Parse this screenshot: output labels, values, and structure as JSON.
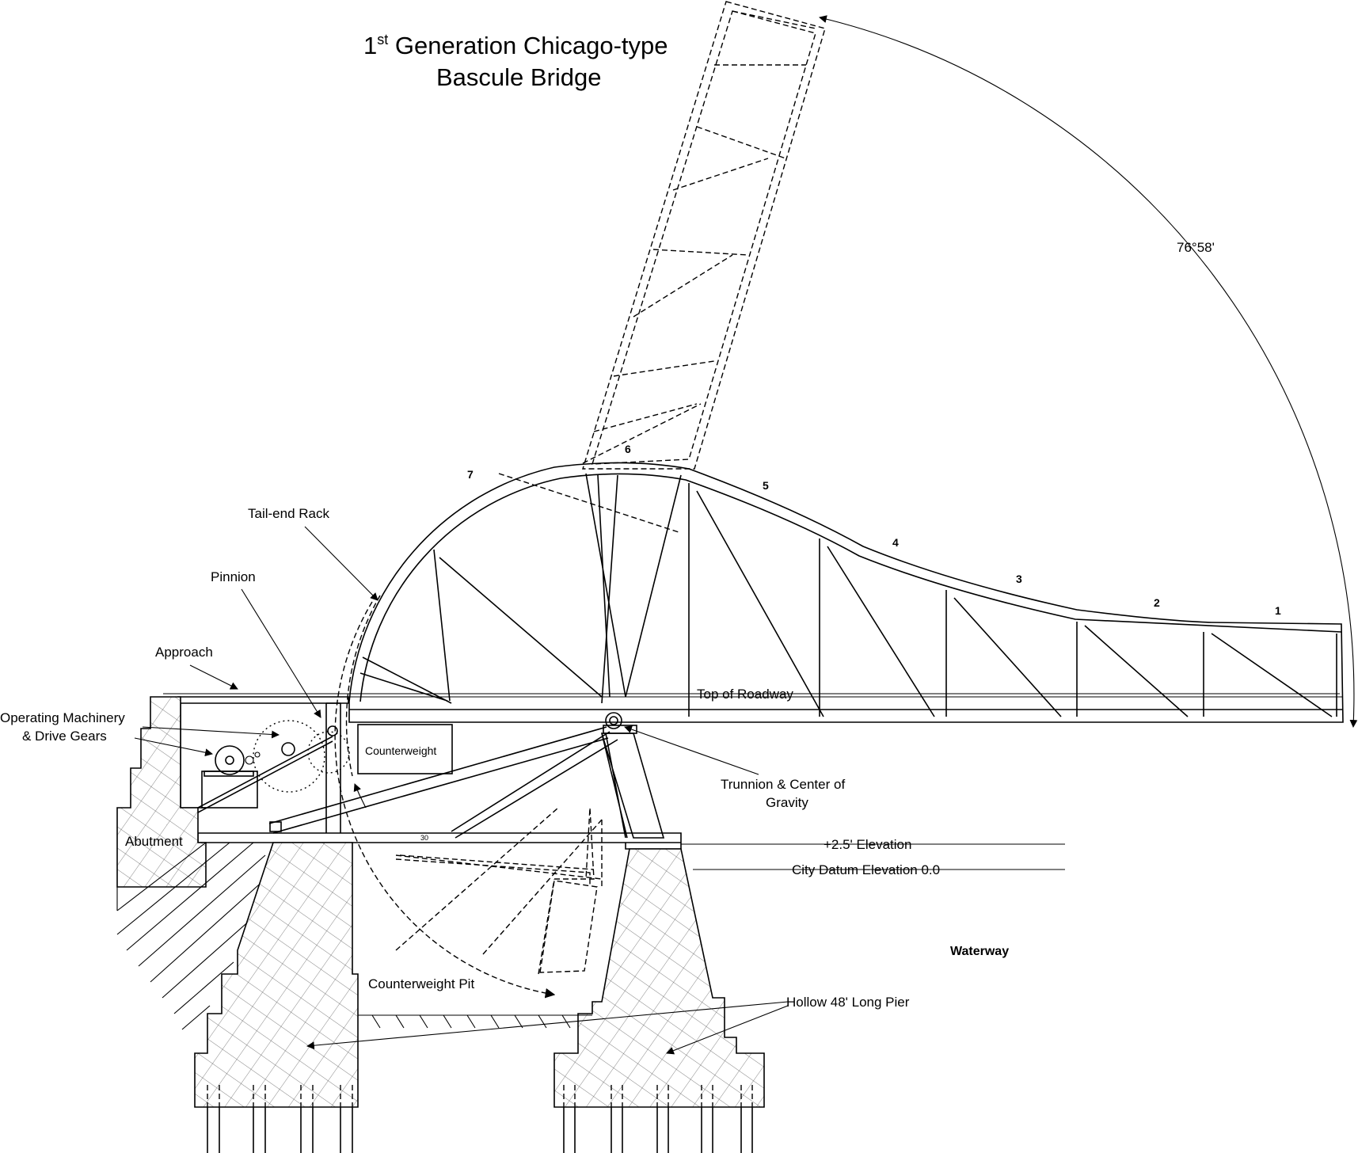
{
  "title": {
    "line1_main": "1",
    "line1_sup": "st",
    "line1_rest": " Generation Chicago-type",
    "line2": "Bascule Bridge"
  },
  "labels": {
    "angle": "76°58'",
    "tail_end_rack": "Tail-end Rack",
    "pinnion": "Pinnion",
    "approach": "Approach",
    "operating_machinery_1": "Operating Machinery",
    "operating_machinery_2": "& Drive Gears",
    "counterweight": "Counterweight",
    "abutment": "Abutment",
    "top_of_roadway": "Top of Roadway",
    "trunnion_1": "Trunnion & Center of",
    "trunnion_2": "Gravity",
    "elevation_25": "+2.5' Elevation",
    "city_datum": "City Datum Elevation 0.0",
    "waterway": "Waterway",
    "counterweight_pit": "Counterweight Pit",
    "hollow_pier": "Hollow 48' Long Pier",
    "small_mark": "30"
  },
  "panel_numbers": [
    "1",
    "2",
    "3",
    "4",
    "5",
    "6",
    "7"
  ]
}
